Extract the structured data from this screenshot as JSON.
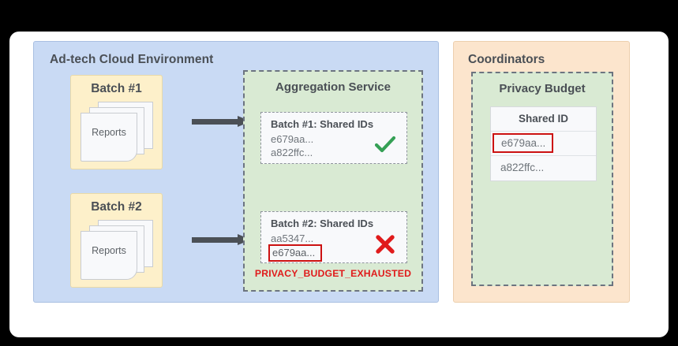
{
  "canvas": {
    "background": "#ffffff",
    "outer_background": "#000000"
  },
  "colors": {
    "adtech_panel": "#c9daf4",
    "batch_card": "#fdf0ca",
    "service_green": "#d9ead3",
    "coordinators_orange": "#fce5cd",
    "arrow": "#4b5056",
    "success_green": "#35a055",
    "error_red": "#e01b1b",
    "highlight_border": "#cc1111",
    "text_dark": "#4a4f55",
    "text_muted": "#70767c"
  },
  "adtech": {
    "title": "Ad-tech Cloud Environment",
    "batches": [
      {
        "title": "Batch #1",
        "papers_label": "Reports"
      },
      {
        "title": "Batch #2",
        "papers_label": "Reports"
      }
    ],
    "arrows": [
      {
        "name": "arrow-batch1-to-service"
      },
      {
        "name": "arrow-batch2-to-service"
      }
    ]
  },
  "aggregation_service": {
    "title": "Aggregation Service",
    "entries": [
      {
        "title": "Batch #1: Shared IDs",
        "ids": [
          "e679aa...",
          "a822ffc..."
        ],
        "highlighted_id": null,
        "status": "success",
        "status_icon": "check-icon"
      },
      {
        "title": "Batch #2: Shared IDs",
        "ids": [
          "aa5347...",
          "e679aa..."
        ],
        "highlighted_id": "e679aa...",
        "status": "error",
        "status_icon": "x-icon"
      }
    ],
    "error_message": "PRIVACY_BUDGET_EXHAUSTED"
  },
  "coordinators": {
    "title": "Coordinators",
    "privacy_budget": {
      "title": "Privacy Budget",
      "table": {
        "header": "Shared ID",
        "rows": [
          {
            "value": "e679aa...",
            "highlighted": true
          },
          {
            "value": "a822ffc...",
            "highlighted": false
          }
        ]
      }
    }
  }
}
